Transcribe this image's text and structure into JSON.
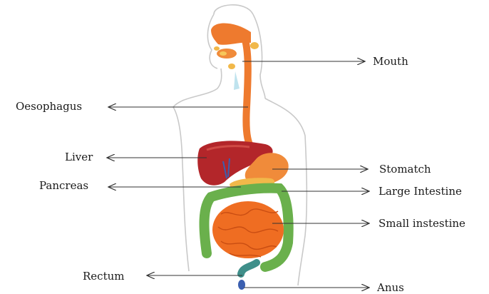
{
  "diagram": {
    "labels": {
      "mouth": "Mouth",
      "oesophagus": "Oesophagus",
      "liver": "Liver",
      "pancreas": "Pancreas",
      "stomach": "Stomatch",
      "large_intestine": "Large Intestine",
      "small_intestine": "Small instestine",
      "rectum": "Rectum",
      "anus": "Anus"
    },
    "colors": {
      "body_outline": "#c9c9c9",
      "oesophagus": "#ee7a2e",
      "liver": "#b3262a",
      "stomach": "#f08b3a",
      "pancreas": "#f1b84a",
      "large_intestine": "#6ab04c",
      "small_intestine": "#ef6d22",
      "rectum": "#3f8f8a",
      "anus": "#3b5fb0",
      "arrow": "#333333"
    }
  }
}
